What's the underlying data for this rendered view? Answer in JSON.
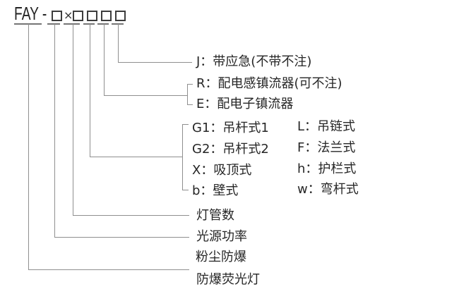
{
  "formula": {
    "prefix": "FAY -",
    "times": "×",
    "placeholder_boxes": 5
  },
  "branches": {
    "emergency": "J：带应急(不带不注)",
    "inductive_ballast": "R：配电感镇流器(可不注)",
    "electronic_ballast": "E：配电子镇流器",
    "mount_col1": [
      "G1：吊杆式1",
      "G2：吊杆式2",
      "X：吸顶式",
      "b：壁式"
    ],
    "mount_col2": [
      "L：吊链式",
      "F：法兰式",
      "h：护栏式",
      "w：弯杆式"
    ],
    "tube_count": "灯管数",
    "power": "光源功率",
    "dust_proof": "粉尘防爆",
    "lamp_type": "防爆荧光灯"
  },
  "colors": {
    "text": "#262626",
    "line": "#8f8f8f",
    "underline": "#757575",
    "box_border": "#3d3d3d",
    "background": "#ffffff"
  }
}
